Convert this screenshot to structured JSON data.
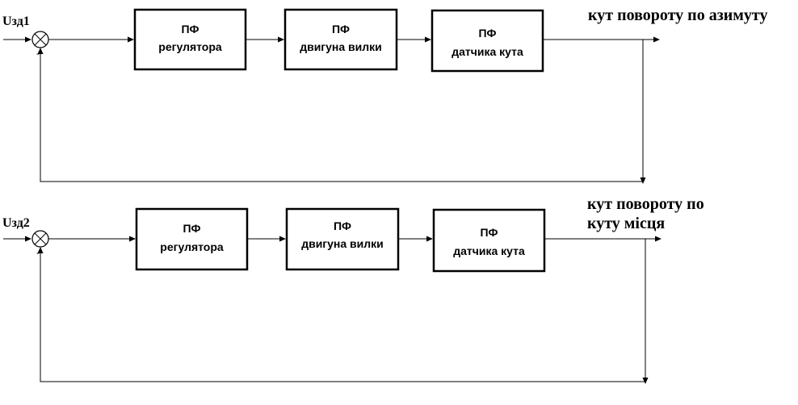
{
  "loops": [
    {
      "input_label": "Uзд1",
      "summing_sign": "-",
      "blocks": [
        {
          "line1": "ПФ",
          "line2": "регулятора"
        },
        {
          "line1": "ПФ",
          "line2": "двигуна вилки"
        },
        {
          "line1": "ПФ",
          "line2": "датчика кута"
        }
      ],
      "output_label": [
        "кут повороту по азимуту"
      ]
    },
    {
      "input_label": "Uзд2",
      "summing_sign": "-",
      "blocks": [
        {
          "line1": "ПФ",
          "line2": "регулятора"
        },
        {
          "line1": "ПФ",
          "line2": "двигуна вилки"
        },
        {
          "line1": "ПФ",
          "line2": "датчика кута"
        }
      ],
      "output_label": [
        "кут повороту по",
        "куту місця"
      ]
    }
  ]
}
